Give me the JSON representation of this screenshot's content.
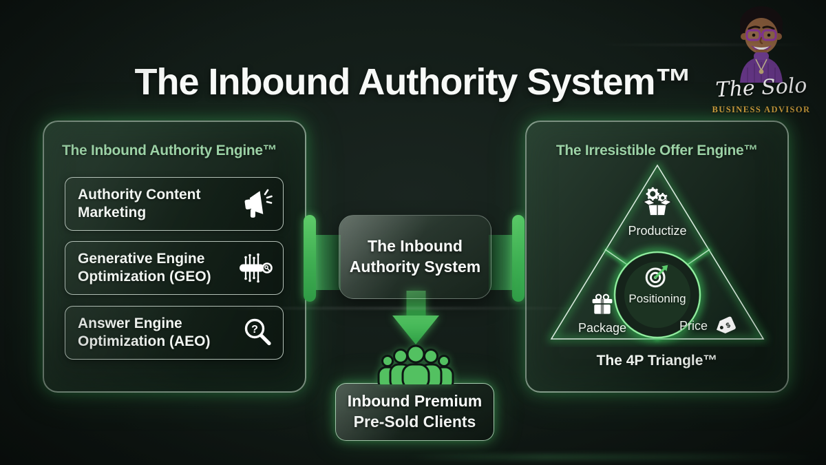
{
  "title": "The Inbound Authority System™",
  "brand": {
    "name": "The Solo",
    "tagline": "BUSINESS ADVISOR"
  },
  "left_panel": {
    "header": "The Inbound Authority Engine™",
    "items": [
      {
        "label": "Authority Content Marketing",
        "icon": "megaphone-icon"
      },
      {
        "label": "Generative Engine Optimization (GEO)",
        "icon": "circuit-search-icon"
      },
      {
        "label": "Answer Engine Optimization (AEO)",
        "icon": "search-question-icon"
      }
    ]
  },
  "center": {
    "system_label": "The Inbound Authority System",
    "result_label": "Inbound Premium Pre-Sold Clients"
  },
  "right_panel": {
    "header": "The Irresistible Offer Engine™",
    "nodes": {
      "top": "Productize",
      "center": "Positioning",
      "bottom_left": "Package",
      "bottom_right": "Price"
    },
    "caption": "The 4P Triangle™"
  },
  "colors": {
    "background": "#131d18",
    "accent_green": "#4fbf5d",
    "bright_green": "#5ecb69",
    "header_green": "#9cd2a6",
    "text_white": "#f2f6f2",
    "brand_gold": "#d2a23f",
    "avatar_purple": "#6e3b92"
  }
}
